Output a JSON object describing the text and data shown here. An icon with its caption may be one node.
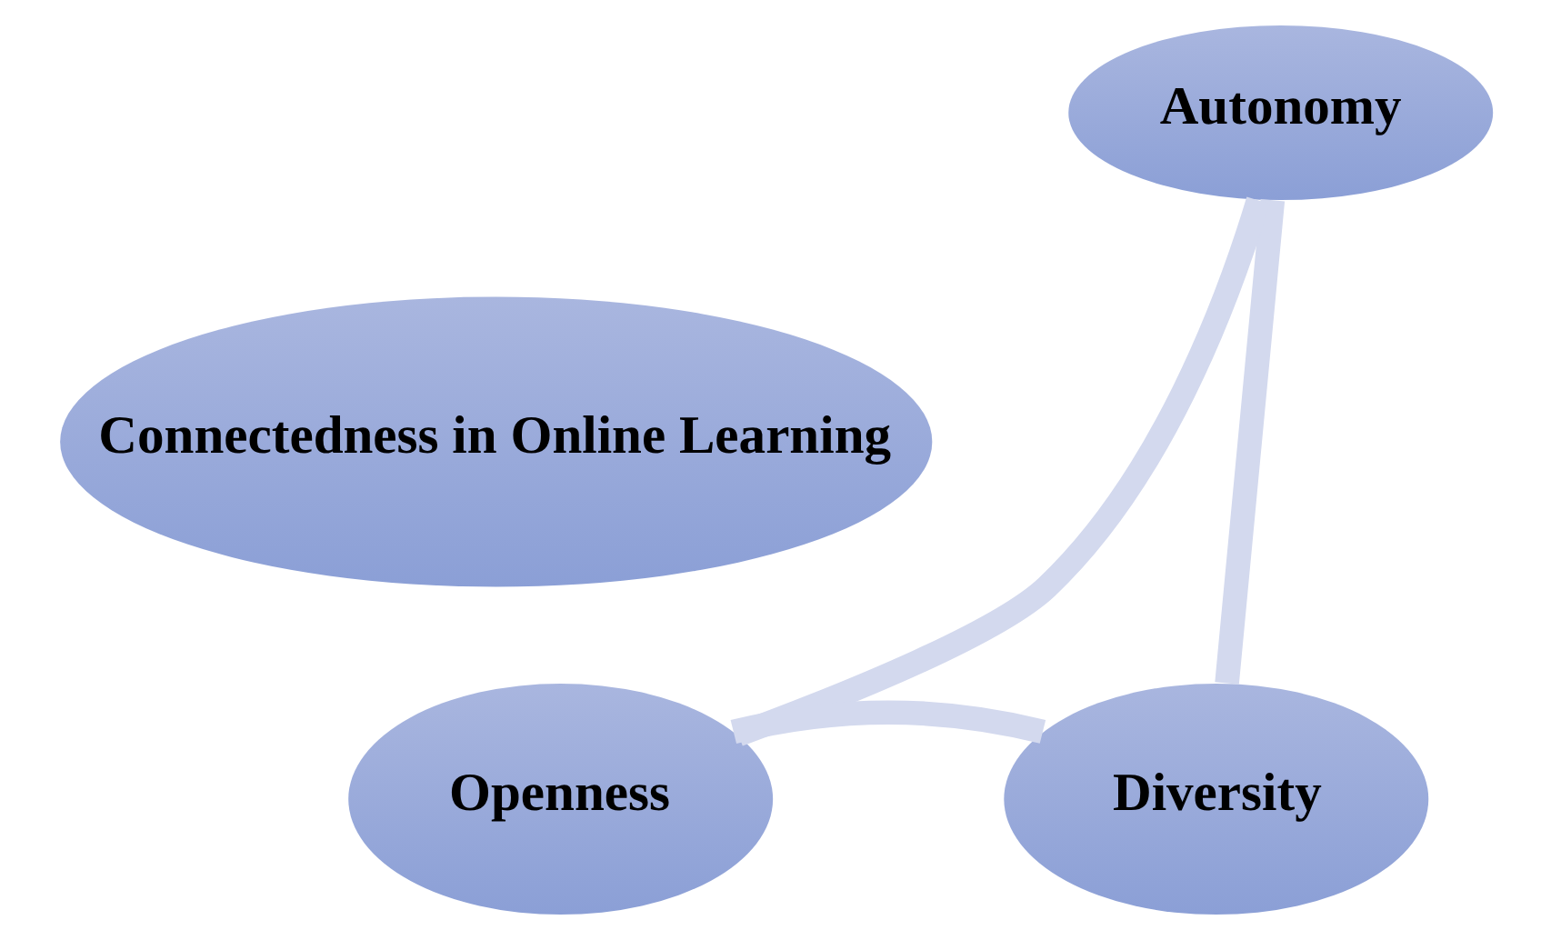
{
  "diagram": {
    "nodes": [
      {
        "text": [
          "Autonomy"
        ]
      },
      {
        "text": [
          "Connectedness in Online Learning"
        ]
      },
      {
        "text": [
          "Openness"
        ]
      },
      {
        "text": [
          "Diversity"
        ]
      }
    ],
    "edges": [
      {
        "from": 0,
        "to": 3,
        "arrow": "none"
      },
      {
        "from": 3,
        "to": 2,
        "arrow": "none"
      },
      {
        "from": 2,
        "to": 0,
        "arrow": "none"
      }
    ]
  }
}
